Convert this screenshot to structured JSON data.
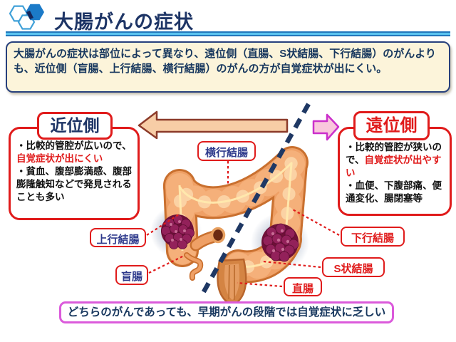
{
  "header": {
    "title": "大腸がんの症状"
  },
  "intro_box": {
    "text": "大腸がんの症状は部位によって異なり、遠位側（直腸、S状結腸、下行結腸）のがんよりも、近位側（盲腸、上行結腸、横行結腸）のがんの方が自覚症状が出にくい。"
  },
  "proximal_panel": {
    "title": "近位側",
    "point1_prefix": "・比較的管腔が広いので、",
    "point1_highlight": "自覚症状が出にくい",
    "point2": "・貧血、腹部膨満感、腹部膨隆触知などで発見されることも多い"
  },
  "distal_panel": {
    "title": "遠位側",
    "point1_prefix": "・比較的管腔が狭いので、",
    "point1_highlight": "自覚症状が出やすい",
    "point2": "・血便、下腹部痛、便通変化、腸閉塞等"
  },
  "anatomy_labels": {
    "transverse": "横行結腸",
    "ascending": "上行結腸",
    "cecum": "盲腸",
    "descending": "下行結腸",
    "sigmoid": "S状結腸",
    "rectum": "直腸"
  },
  "footer_box": {
    "text": "どちらのがんであっても、早期がんの段階では自覚症状に乏しい"
  },
  "icons": {
    "logo": "hexagon-cluster-logo",
    "proximal_arrow": "left-block-arrow",
    "distal_arrow": "right-block-arrow",
    "divider": "dashed-diagonal-division-line"
  },
  "colors": {
    "title_navy": "#1e3566",
    "text_blue": "#17375e",
    "accent_red": "#e01b1b",
    "label_blue": "#2e3a8c",
    "intro_bg_cream": "#fcf4da",
    "intro_border_navy": "#27407c",
    "footer_border_pink": "#db5adb",
    "divider_rule_blue": "#59c2ef",
    "proximal_arrow_fill": "#f7cda6",
    "proximal_arrow_border": "#8c3b2a",
    "distal_arrow_fill": "#f9c7dc",
    "distal_arrow_border": "#cb2fcb",
    "colon_orange": "#efa066",
    "tumor_maroon": "#701038",
    "division_line_navy": "#1f3864"
  }
}
